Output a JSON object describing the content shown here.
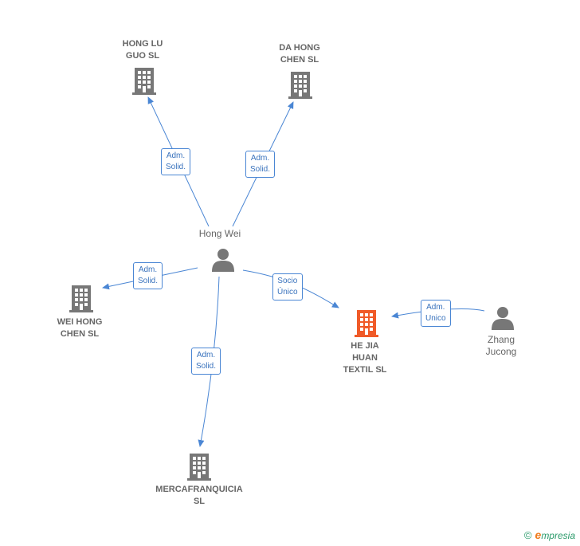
{
  "nodes": {
    "hong_lu": {
      "label_lines": [
        "HONG LU",
        "GUO  SL"
      ],
      "type": "company"
    },
    "da_hong": {
      "label_lines": [
        "DA HONG",
        "CHEN  SL"
      ],
      "type": "company"
    },
    "hong_wei": {
      "label_lines": [
        "Hong Wei"
      ],
      "type": "person"
    },
    "wei_hong": {
      "label_lines": [
        "WEI HONG",
        "CHEN  SL"
      ],
      "type": "company"
    },
    "he_jia": {
      "label_lines": [
        "HE JIA",
        "HUAN",
        "TEXTIL  SL"
      ],
      "type": "company-main"
    },
    "zhang": {
      "label_lines": [
        "Zhang",
        "Jucong"
      ],
      "type": "person"
    },
    "mercafranquicia": {
      "label_lines": [
        "MERCAFRANQUICIA",
        "SL"
      ],
      "type": "company"
    }
  },
  "edges": {
    "e1": {
      "lines": [
        "Adm.",
        "Solid."
      ]
    },
    "e2": {
      "lines": [
        "Adm.",
        "Solid."
      ]
    },
    "e3": {
      "lines": [
        "Adm.",
        "Solid."
      ]
    },
    "e4": {
      "lines": [
        "Socio",
        "Único"
      ]
    },
    "e5": {
      "lines": [
        "Adm.",
        "Solid."
      ]
    },
    "e6": {
      "lines": [
        "Adm.",
        "Unico"
      ]
    }
  },
  "colors": {
    "edge": "#4a86d4",
    "icon": "#777777",
    "main_icon": "#f05a28"
  },
  "brand": {
    "copyright": "©",
    "name_initial": "e",
    "name_rest": "mpresia"
  }
}
